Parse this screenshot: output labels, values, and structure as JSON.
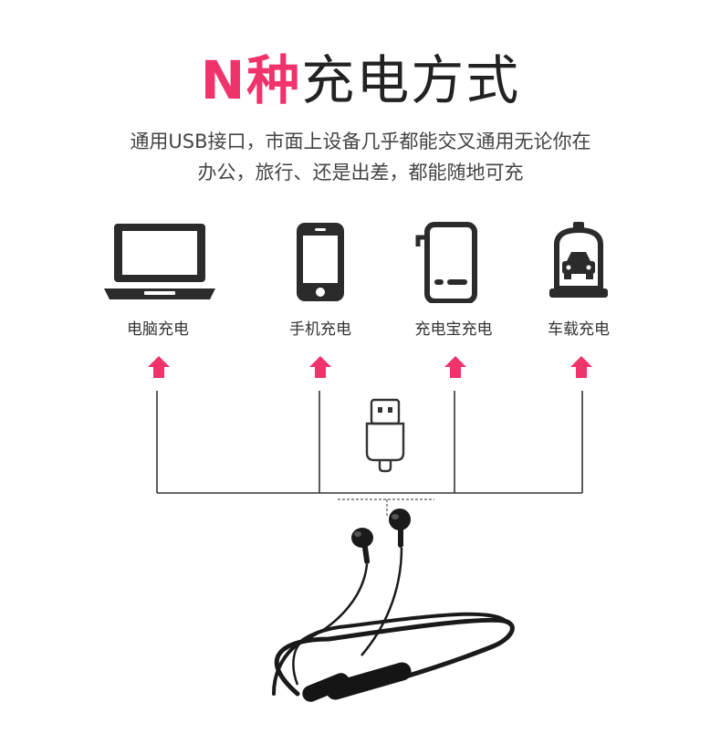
{
  "title": {
    "highlight": "N种",
    "rest": "充电方式",
    "highlight_color": "#f0336b"
  },
  "subtitle": {
    "line1": "通用USB接口，市面上设备几乎都能交叉通用无论你在",
    "line2": "办公，旅行、还是出差，都能随地可充"
  },
  "devices": [
    {
      "icon": "laptop-icon",
      "label": "电脑充电"
    },
    {
      "icon": "smartphone-icon",
      "label": "手机充电"
    },
    {
      "icon": "power-bank-icon",
      "label": "充电宝充电"
    },
    {
      "icon": "car-charger-icon",
      "label": "车载充电"
    }
  ],
  "colors": {
    "arrow": "#f0336b",
    "line": "#333333"
  }
}
